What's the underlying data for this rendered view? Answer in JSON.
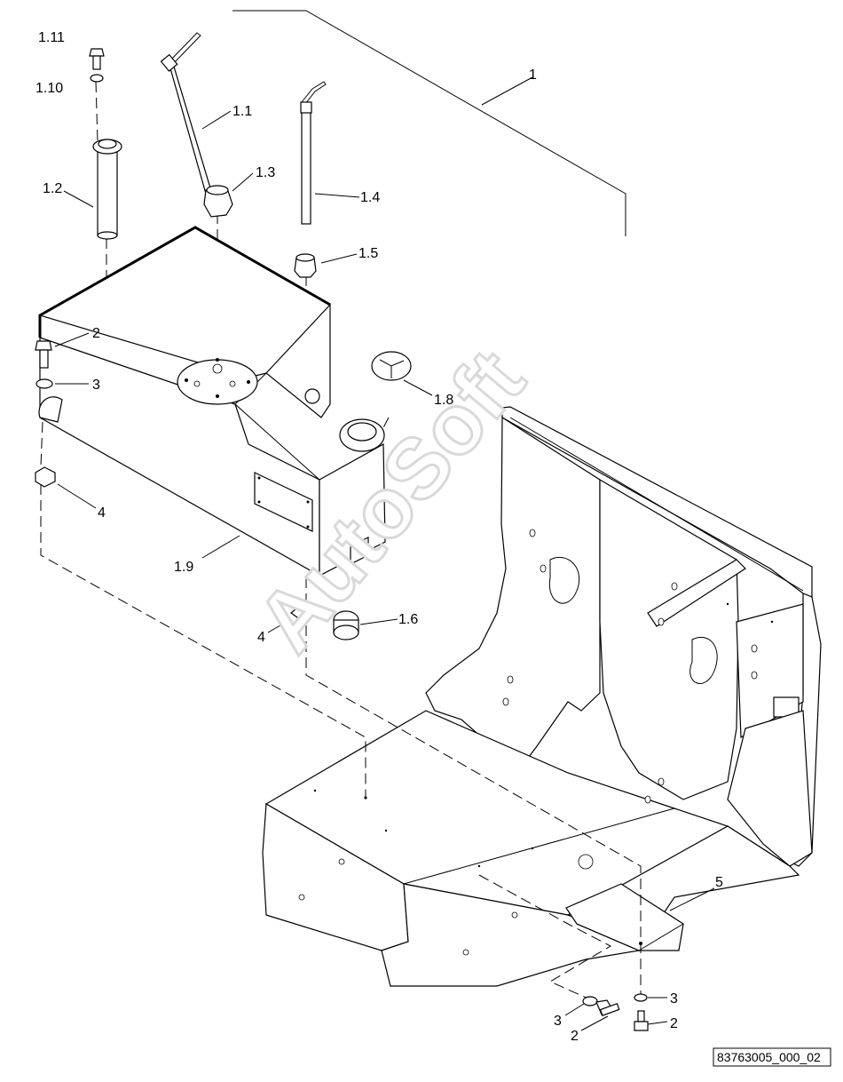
{
  "callouts": {
    "c1": "1",
    "c1_1": "1.1",
    "c1_2": "1.2",
    "c1_3": "1.3",
    "c1_4": "1.4",
    "c1_5": "1.5",
    "c1_6": "1.6",
    "c1_8": "1.8",
    "c1_9": "1.9",
    "c1_10": "1.10",
    "c1_11": "1.11",
    "c2_top": "2",
    "c3_top": "3",
    "c4_left": "4",
    "c4_mid": "4",
    "c5": "5",
    "c3_bl": "3",
    "c2_bl": "2",
    "c3_br": "3",
    "c2_br": "2"
  },
  "watermark": "AutoSoft",
  "document_id": "83763005_000_02"
}
